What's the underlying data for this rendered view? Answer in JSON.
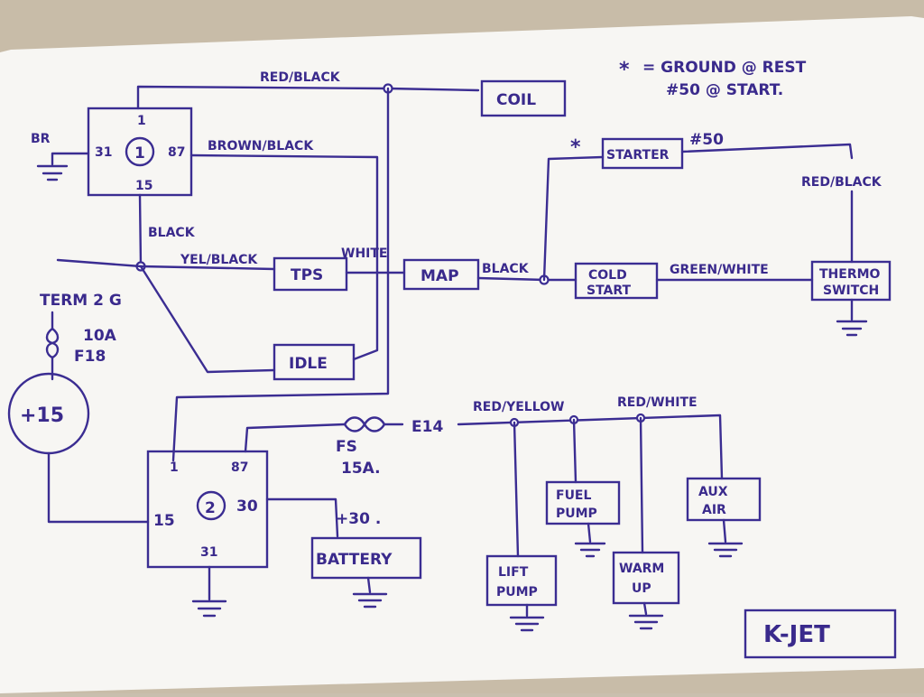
{
  "notes": {
    "star": "*",
    "line1": "= GROUND @ REST",
    "line2": "#50 @ START."
  },
  "title": "K-JET",
  "relay1": {
    "id": "1",
    "pin_top": "1",
    "pin_left": "31",
    "pin_right": "87",
    "pin_bottom": "15"
  },
  "relay2": {
    "id": "2",
    "pin_top_left": "1",
    "pin_top_right": "87",
    "pin_left": "15",
    "pin_right": "30",
    "pin_bottom": "31"
  },
  "components": {
    "coil": "COIL",
    "starter": "STARTER",
    "starter_pin": "#50",
    "tps": "TPS",
    "map": "MAP",
    "cold_start": [
      "COLD",
      "START"
    ],
    "thermo_switch": [
      "THERMO",
      "SWITCH"
    ],
    "idle": "IDLE",
    "battery": "BATTERY",
    "battery_term": "+30 .",
    "fuel_pump": [
      "FUEL",
      "PUMP"
    ],
    "aux_air": [
      "AUX",
      "AIR"
    ],
    "lift_pump": [
      "LIFT",
      "PUMP"
    ],
    "warm_up": [
      "WARM",
      "UP"
    ],
    "plus15": "+15"
  },
  "labels": {
    "red_black_top": "RED/BLACK",
    "br": "BR",
    "brown_black": "BROWN/BLACK",
    "black": "BLACK",
    "yel_black": "YEL/BLACK",
    "white": "WHITE",
    "black_map": "BLACK",
    "green_white": "GREEN/WHITE",
    "red_black_thermo": "RED/BLACK",
    "star_starter": "*",
    "term": "TERM 2 G",
    "fuse_amp": "10A",
    "fuse_id": "F18",
    "fs": "FS",
    "fs_amp": "15A.",
    "e14": "E14",
    "red_yellow": "RED/YELLOW",
    "red_white": "RED/WHITE"
  },
  "colors": {
    "ink": "#3b2d92",
    "paper": "#f7f6f3"
  }
}
